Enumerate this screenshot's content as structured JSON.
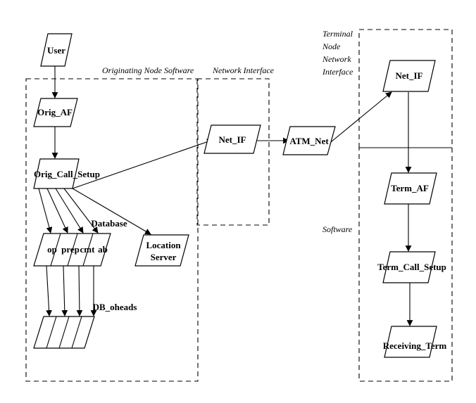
{
  "regions": {
    "originating": "Originating Node Software",
    "network_interface": "Network Interface",
    "terminal_network": [
      "Terminal",
      "Node",
      "Network",
      "Interface"
    ],
    "software": "Software"
  },
  "nodes": {
    "user": "User",
    "orig_af": "Orig_AF",
    "orig_call_setup": "Orig_Call_Setup",
    "database": "Database",
    "db_cells": [
      "op",
      "prep",
      "cmt",
      "ab"
    ],
    "location_server": [
      "Location",
      "Server"
    ],
    "db_oheads": "DB_oheads",
    "net_if_left": "Net_IF",
    "atm_net": "ATM_Net",
    "net_if_right": "Net_IF",
    "term_af": "Term_AF",
    "term_call_setup": "Term_Call_Setup",
    "receiving_term": "Receiving_Term"
  }
}
